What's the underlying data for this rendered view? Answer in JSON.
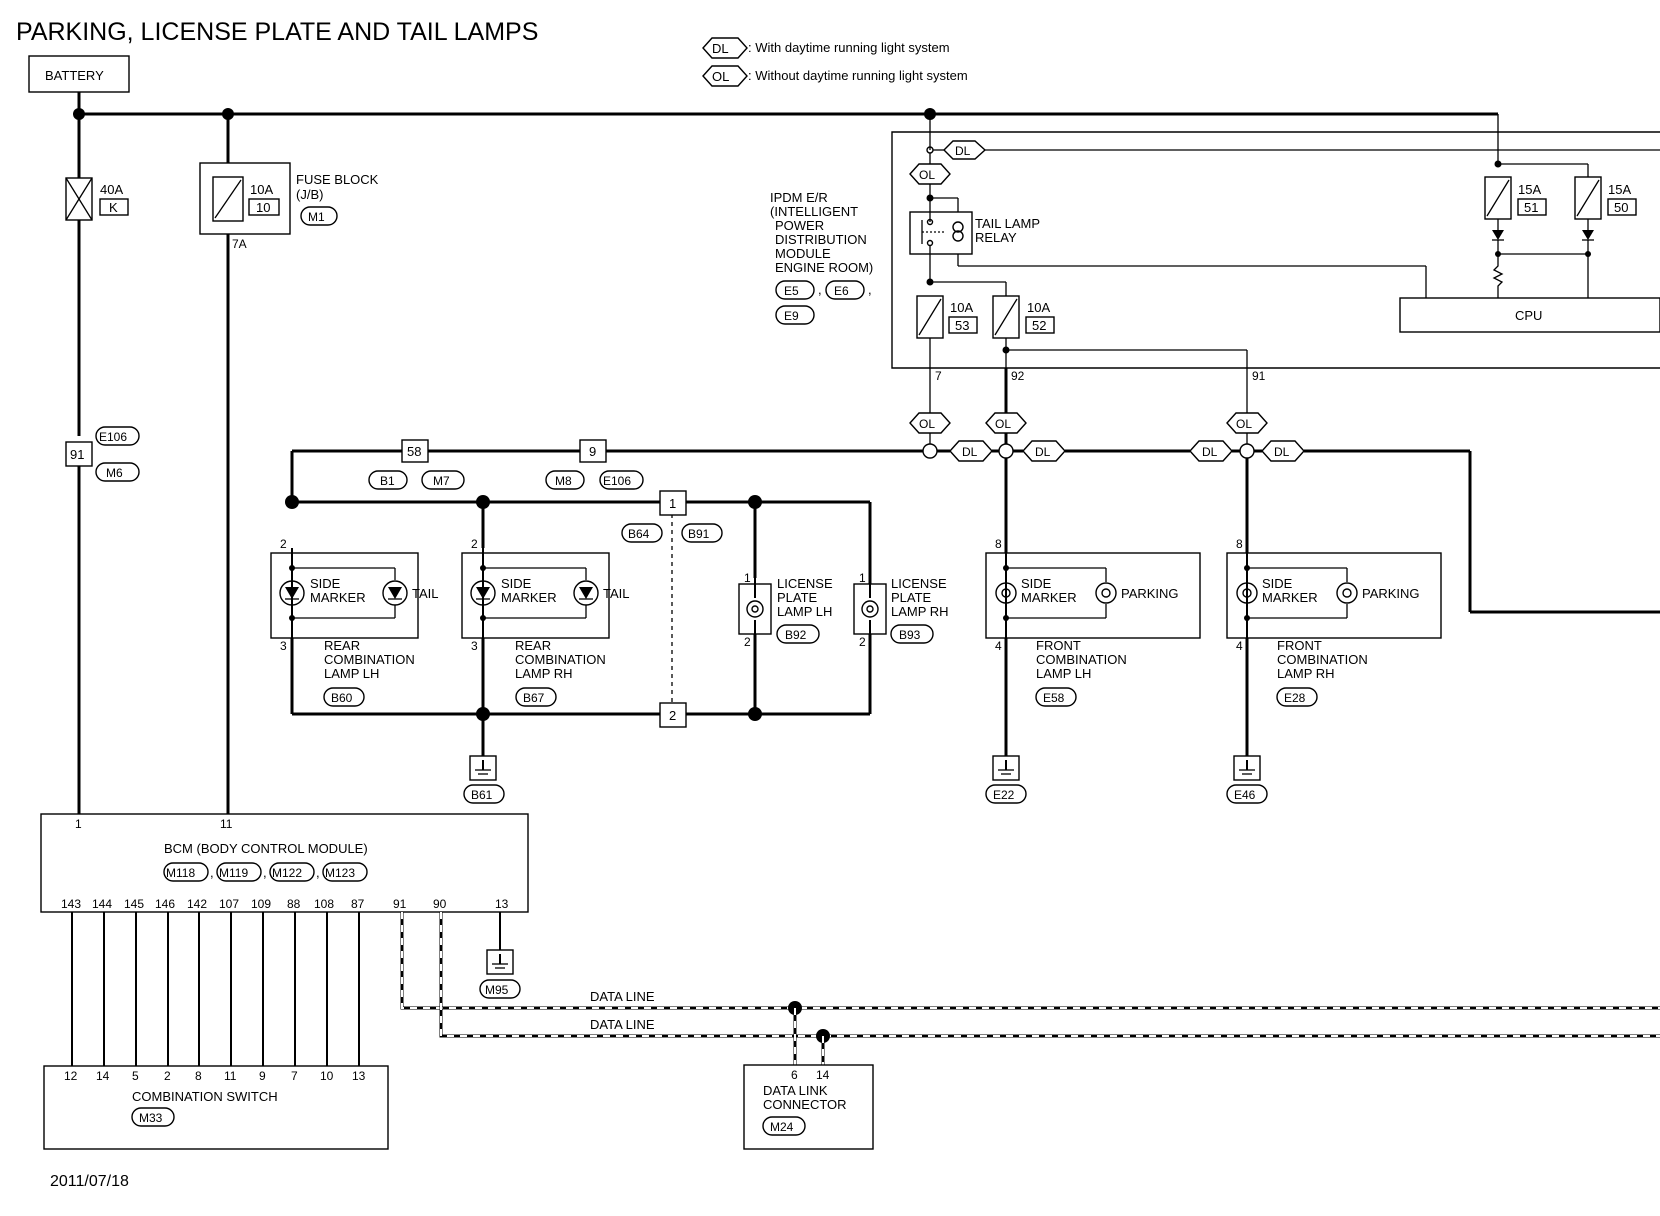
{
  "title": "PARKING, LICENSE PLATE AND TAIL LAMPS",
  "legend": {
    "dl_tag": "DL",
    "dl_text": ": With daytime running light system",
    "ol_tag": "OL",
    "ol_text": ": Without daytime running light system"
  },
  "battery": "BATTERY",
  "fuse_40a": {
    "amp": "40A",
    "id": "K"
  },
  "fuse_block": {
    "amp": "10A",
    "no": "10",
    "label1": "FUSE BLOCK",
    "label2": "(J/B)",
    "conn": "M1",
    "pin": "7A"
  },
  "ipdm": {
    "lines": [
      "IPDM E/R",
      "(INTELLIGENT",
      "POWER",
      "DISTRIBUTION",
      "MODULE",
      "ENGINE ROOM)"
    ],
    "conn1": "E5",
    "conn2": "E6",
    "conn3": "E9",
    "relay1": "TAIL LAMP",
    "relay2": "RELAY",
    "fuse53": {
      "amp": "10A",
      "no": "53"
    },
    "fuse52": {
      "amp": "10A",
      "no": "52"
    },
    "fuse51": {
      "amp": "15A",
      "no": "51"
    },
    "fuse50": {
      "amp": "15A",
      "no": "50"
    },
    "cpu": "CPU",
    "pin7": "7",
    "pin92": "92",
    "pin91": "91"
  },
  "connectors": {
    "e106": "E106",
    "m6": "M6",
    "pin91": "91",
    "pin58": "58",
    "b1": "B1",
    "m7": "M7",
    "pin9": "9",
    "m8": "M8",
    "e106b": "E106",
    "pin1": "1",
    "pin2": "2",
    "b64": "B64",
    "b91": "B91"
  },
  "rear_lh": {
    "side": "SIDE",
    "marker": "MARKER",
    "tail": "TAIL",
    "name1": "REAR",
    "name2": "COMBINATION",
    "name3": "LAMP LH",
    "conn": "B60",
    "pin_top": "2",
    "pin_bot": "3"
  },
  "rear_rh": {
    "side": "SIDE",
    "marker": "MARKER",
    "tail": "TAIL",
    "name1": "REAR",
    "name2": "COMBINATION",
    "name3": "LAMP RH",
    "conn": "B67",
    "pin_top": "2",
    "pin_bot": "3"
  },
  "lic_lh": {
    "l1": "LICENSE",
    "l2": "PLATE",
    "l3": "LAMP LH",
    "conn": "B92",
    "pin_top": "1",
    "pin_bot": "2"
  },
  "lic_rh": {
    "l1": "LICENSE",
    "l2": "PLATE",
    "l3": "LAMP RH",
    "conn": "B93",
    "pin_top": "1",
    "pin_bot": "2"
  },
  "front_lh": {
    "side": "SIDE",
    "marker": "MARKER",
    "parking": "PARKING",
    "name1": "FRONT",
    "name2": "COMBINATION",
    "name3": "LAMP LH",
    "conn": "E58",
    "pin_top": "8",
    "pin_bot": "4"
  },
  "front_rh": {
    "side": "SIDE",
    "marker": "MARKER",
    "parking": "PARKING",
    "name1": "FRONT",
    "name2": "COMBINATION",
    "name3": "LAMP RH",
    "conn": "E28",
    "pin_top": "8",
    "pin_bot": "4"
  },
  "grounds": {
    "b61": "B61",
    "e22": "E22",
    "e46": "E46",
    "m95": "M95"
  },
  "bcm": {
    "name": "BCM (BODY CONTROL MODULE)",
    "c1": "M118",
    "c2": "M119",
    "c3": "M122",
    "c4": "M123",
    "pin_top1": "1",
    "pin_top2": "11",
    "pins_bottom": [
      "143",
      "144",
      "145",
      "146",
      "142",
      "107",
      "109",
      "88",
      "108",
      "87",
      "91",
      "90",
      "13"
    ]
  },
  "combo_switch": {
    "name": "COMBINATION SWITCH",
    "conn": "M33",
    "pins": [
      "12",
      "14",
      "5",
      "2",
      "8",
      "11",
      "9",
      "7",
      "10",
      "13"
    ]
  },
  "data_line1": "DATA LINE",
  "data_line2": "DATA LINE",
  "dlc": {
    "l1": "DATA LINK",
    "l2": "CONNECTOR",
    "conn": "M24",
    "pin6": "6",
    "pin14": "14"
  },
  "date": "2011/07/18"
}
